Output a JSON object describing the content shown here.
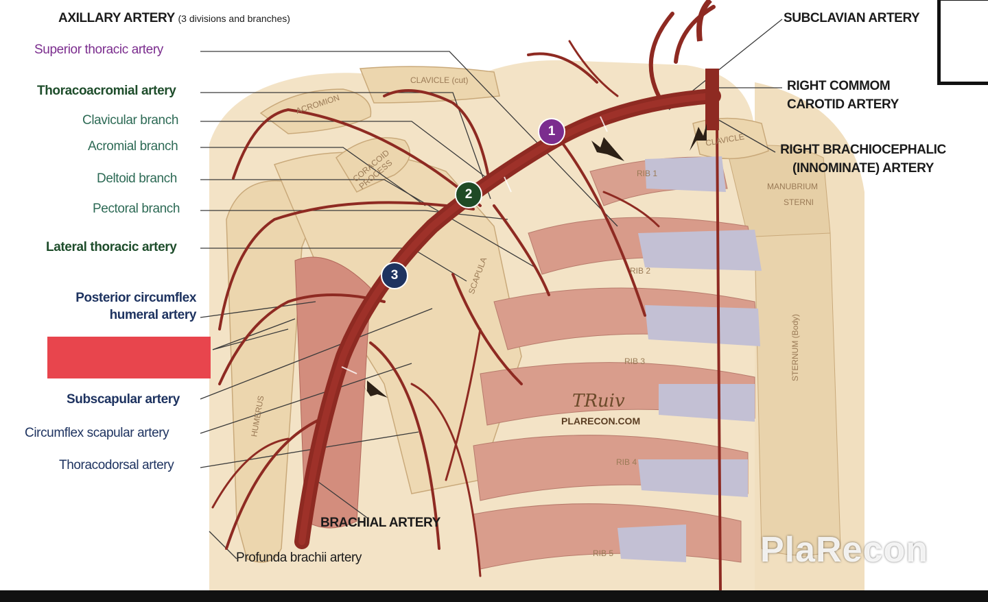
{
  "title": {
    "main": "AXILLARY ARTERY",
    "sub": "(3 divisions and branches)"
  },
  "left_labels": {
    "superior_thoracic": "Superior thoracic artery",
    "thoracoacromial": "Thoracoacromial artery",
    "clavicular": "Clavicular branch",
    "acromial": "Acromial branch",
    "deltoid": "Deltoid branch",
    "pectoral": "Pectoral branch",
    "lateral_thoracic": "Lateral thoracic artery",
    "posterior_circumflex_1": "Posterior circumflex",
    "posterior_circumflex_2": "humeral artery",
    "subscapular": "Subscapular artery",
    "circumflex_scapular": "Circumflex scapular artery",
    "thoracodorsal": "Thoracodorsal artery"
  },
  "right_labels": {
    "subclavian": "SUBCLAVIAN ARTERY",
    "carotid_1": "RIGHT COMMOM",
    "carotid_2": "CAROTID ARTERY",
    "brachiocephalic_1": "RIGHT BRACHIOCEPHALIC",
    "brachiocephalic_2": "(INNOMINATE) ARTERY"
  },
  "bottom_labels": {
    "brachial": "BRACHIAL ARTERY",
    "profunda": "Profunda brachii artery"
  },
  "anatomy_labels": {
    "clavicle_cut": "CLAVICLE (cut)",
    "acromion": "ACROMION",
    "coracoid": "CORACOID PROCESS",
    "scapula": "SCAPULA",
    "humerus": "HUMERUS",
    "clavicle": "CLAVICLE",
    "rib1": "RIB 1",
    "rib2": "RIB 2",
    "rib3": "RIB 3",
    "rib4": "RIB 4",
    "rib5": "RIB 5",
    "manubrium": "MANUBRIUM",
    "sterni": "STERNI",
    "sternum": "STERNUM (Body)"
  },
  "division_badges": {
    "first": "1",
    "second": "2",
    "third": "3"
  },
  "signature": "TRuiv",
  "site_text": "PLARECON.COM",
  "watermark": "PlaRecon",
  "colors": {
    "purple_label": "#7b2d8e",
    "green_label": "#1e4d2b",
    "navy_label": "#1e3360",
    "artery": "#8e2a22",
    "bone": "#ecd5ae",
    "muscle": "#d79a8a",
    "cartilage": "#b7b6cc",
    "redacted_box": "#e8454d"
  }
}
